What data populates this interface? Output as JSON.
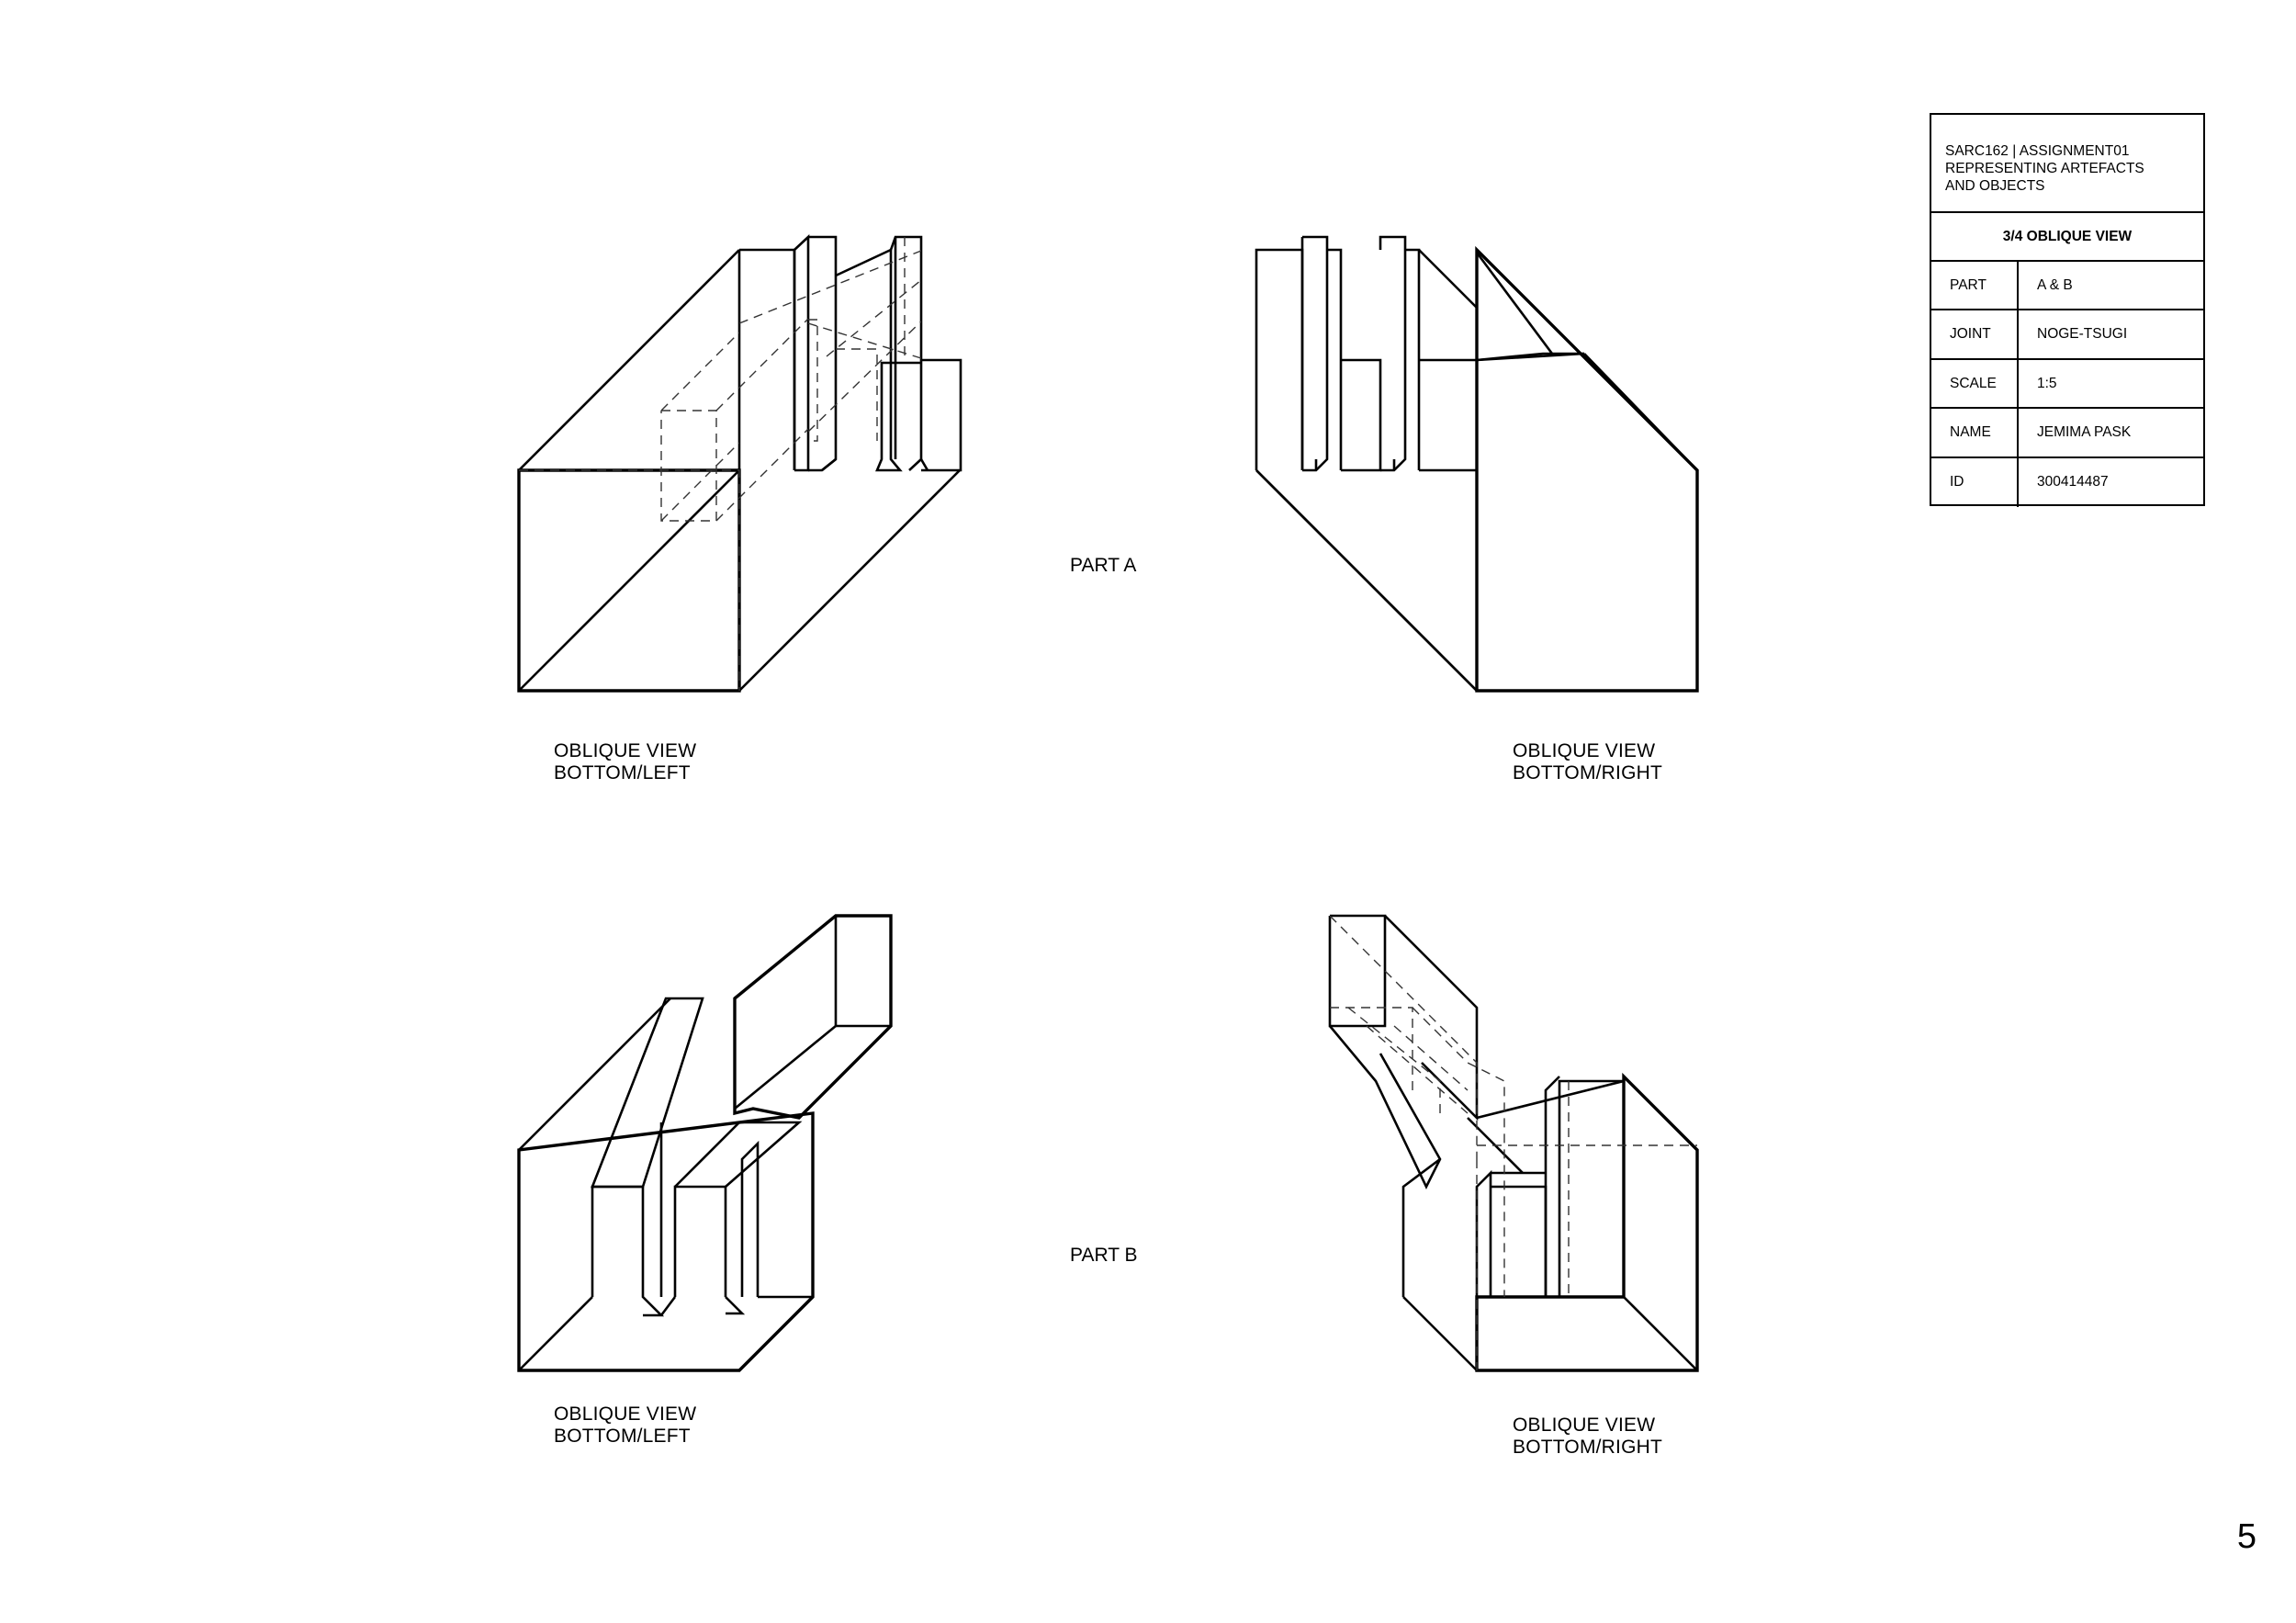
{
  "title_block": {
    "header_lines": [
      "SARC162 | ASSIGNMENT01",
      "REPRESENTING ARTEFACTS",
      "AND OBJECTS"
    ],
    "view": "3/4 OBLIQUE VIEW",
    "rows": [
      {
        "key": "PART",
        "value": "A & B"
      },
      {
        "key": "JOINT",
        "value": "NOGE-TSUGI"
      },
      {
        "key": "SCALE",
        "value": "1:5"
      },
      {
        "key": "NAME",
        "value": "JEMIMA PASK"
      },
      {
        "key": "ID",
        "value": "300414487"
      }
    ]
  },
  "parts": {
    "a_label": "PART A",
    "b_label": "PART B"
  },
  "views": {
    "a_left": [
      "OBLIQUE VIEW",
      "BOTTOM/LEFT"
    ],
    "a_right": [
      "OBLIQUE VIEW",
      "BOTTOM/RIGHT"
    ],
    "b_left": [
      "OBLIQUE VIEW",
      "BOTTOM/LEFT"
    ],
    "b_right": [
      "OBLIQUE VIEW",
      "BOTTOM/RIGHT"
    ]
  },
  "page_number": "5"
}
